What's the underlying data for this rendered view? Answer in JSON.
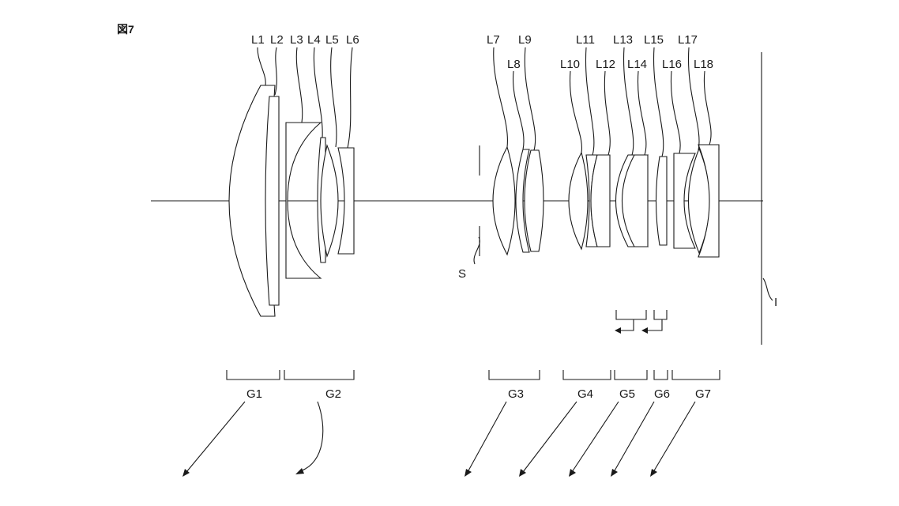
{
  "figure": {
    "title": "図7"
  },
  "lens_labels": [
    "L1",
    "L2",
    "L3",
    "L4",
    "L5",
    "L6",
    "L7",
    "L8",
    "L9",
    "L10",
    "L11",
    "L12",
    "L13",
    "L14",
    "L15",
    "L16",
    "L17",
    "L18"
  ],
  "stop_label": "S",
  "image_plane_label": "I",
  "group_labels": [
    "G1",
    "G2",
    "G3",
    "G4",
    "G5",
    "G6",
    "G7"
  ],
  "colors": {
    "line": "#1a1a1a",
    "background": "#ffffff"
  }
}
